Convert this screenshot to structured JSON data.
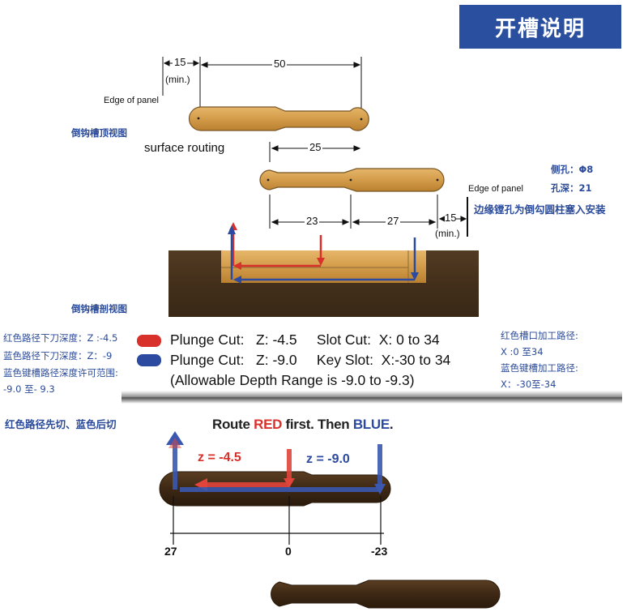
{
  "title": "开槽说明",
  "top_view": {
    "label_cn": "倒钩槽顶视图",
    "edge_label_left": "Edge of panel",
    "dim_15": "15",
    "dim_min": "(min.)",
    "dim_50": "50",
    "surface_routing": "surface routing",
    "dim_25": "25"
  },
  "right_notes": {
    "hole_diameter": "侧孔：Φ8",
    "hole_depth": "孔深：21",
    "edge_label_right": "Edge of panel",
    "edge_hole_note": "边缘镗孔为倒勾圆柱塞入安装"
  },
  "section_dims": {
    "dim_23": "23",
    "dim_27": "27",
    "dim_15": "15",
    "dim_min": "(min.)"
  },
  "section_view": {
    "label_cn": "倒钩槽剖视图"
  },
  "left_notes": {
    "red_depth": "红色路径下刀深度：Z :-4.5",
    "blue_depth": "蓝色路径下刀深度：Z：-9",
    "key_range_1": "蓝色键槽路径深度许可范围:",
    "key_range_2": "-9.0 至- 9.3"
  },
  "legend": {
    "red_color": "#d8302a",
    "blue_color": "#2c4aa0",
    "red_line": "Plunge Cut:   Z: -4.5     Slot Cut:  X: 0 to 34",
    "blue_line": "Plunge Cut:   Z: -9.0     Key Slot:  X:-30 to 34",
    "range_line": "(Allowable Depth Range is -9.0 to -9.3)"
  },
  "right_path_notes": {
    "red_path_title": "红色槽口加工路径:",
    "red_path_value": "X :0 至34",
    "blue_path_title": "蓝色键槽加工路径:",
    "blue_path_value": "X：-30至-34"
  },
  "order_note": "红色路径先切、蓝色后切",
  "route": {
    "prefix": "Route ",
    "red": "RED",
    "middle": " first. Then ",
    "blue": "BLUE",
    "suffix": ".",
    "z_red": "z = -4.5",
    "z_blue": "z = -9.0"
  },
  "axis": {
    "tick_left": "27",
    "tick_mid": "0",
    "tick_right": "-23"
  }
}
